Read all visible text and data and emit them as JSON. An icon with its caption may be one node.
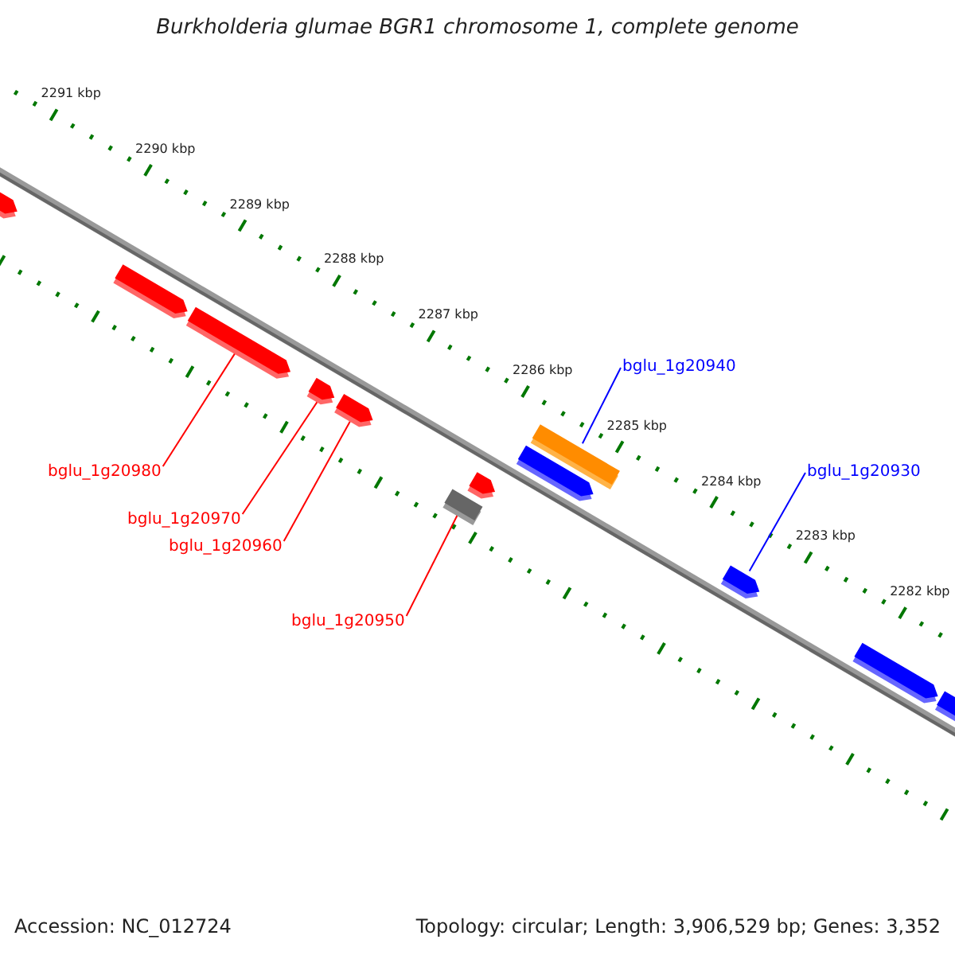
{
  "diagram": {
    "title": "Burkholderia glumae BGR1 chromosome 1, complete genome",
    "nodes": [
      {
        "text": [
          "bglu_1g20940"
        ]
      },
      {
        "text": [],
        "shape": "bar"
      },
      {
        "text": [
          "bglu_1g20930"
        ]
      },
      {
        "text": [],
        "shape": "bar"
      },
      {
        "text": [
          "bglu_1g20980"
        ]
      },
      {
        "text": [],
        "shape": "bar"
      },
      {
        "text": [
          "bglu_1g20970"
        ]
      },
      {
        "text": [],
        "shape": "bar"
      },
      {
        "text": [
          "bglu_1g20960"
        ]
      },
      {
        "text": [],
        "shape": "bar"
      },
      {
        "text": [
          "bglu_1g20950"
        ]
      },
      {
        "text": [],
        "shape": "bar"
      },
      {
        "text": [],
        "shape": "bar"
      },
      {
        "text": [],
        "shape": "bar"
      },
      {
        "text": [],
        "shape": "bar"
      },
      {
        "text": [],
        "shape": "bar"
      },
      {
        "text": [],
        "shape": "bar"
      },
      {
        "text": [],
        "shape": "bar"
      }
    ],
    "edges": [
      {
        "from": 0,
        "to": 1,
        "arrow": "none",
        "color": "#0000ff"
      },
      {
        "from": 2,
        "to": 3,
        "arrow": "none",
        "color": "#0000ff"
      },
      {
        "from": 4,
        "to": 5,
        "arrow": "none"
      },
      {
        "from": 6,
        "to": 7,
        "arrow": "none"
      },
      {
        "from": 8,
        "to": 9,
        "arrow": "none"
      },
      {
        "from": 10,
        "to": 11,
        "arrow": "none"
      }
    ],
    "labels": [
      "2291 kbp",
      "2290 kbp",
      "2289 kbp",
      "2288 kbp",
      "2287 kbp",
      "2286 kbp",
      "2285 kbp",
      "2284 kbp",
      "2283 kbp",
      "2282 kbp",
      "Accession: NC_012724",
      "Topology: circular; Length: 3,906,529 bp; Genes: 3,352"
    ]
  }
}
